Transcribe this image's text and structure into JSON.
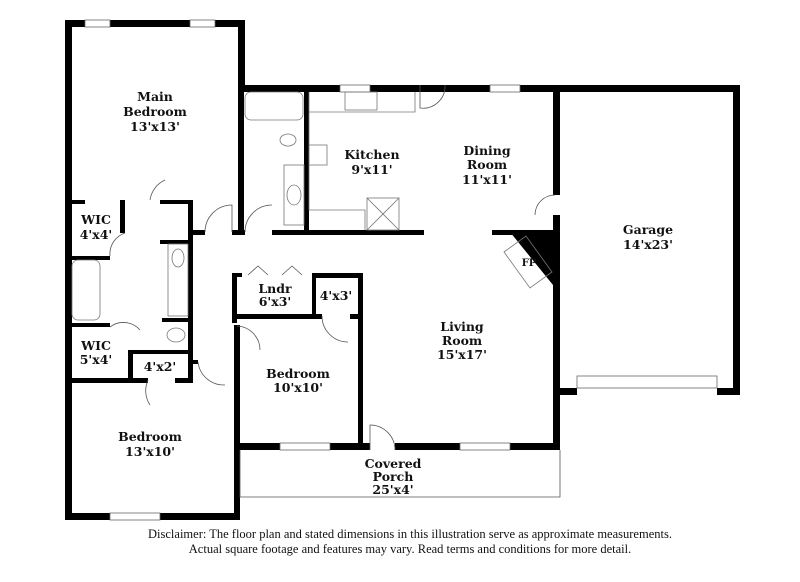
{
  "rooms": {
    "main_bedroom": {
      "name1": "Main",
      "name2": "Bedroom",
      "dim": "13'x13'"
    },
    "kitchen": {
      "name": "Kitchen",
      "dim": "9'x11'"
    },
    "dining_room": {
      "name1": "Dining",
      "name2": "Room",
      "dim": "11'x11'"
    },
    "garage": {
      "name": "Garage",
      "dim": "14'x23'"
    },
    "wic_1": {
      "name": "WIC",
      "dim": "4'x4'"
    },
    "wic_2": {
      "name": "WIC",
      "dim": "5'x4'"
    },
    "closet_4x2": {
      "dim": "4'x2'"
    },
    "laundry": {
      "name": "Lndr",
      "dim": "6'x3'"
    },
    "closet_4x3": {
      "dim": "4'x3'"
    },
    "fireplace": {
      "name": "FP"
    },
    "living_room": {
      "name1": "Living",
      "name2": "Room",
      "dim": "15'x17'"
    },
    "bedroom_2": {
      "name": "Bedroom",
      "dim": "10'x10'"
    },
    "bedroom_3": {
      "name": "Bedroom",
      "dim": "13'x10'"
    },
    "porch": {
      "name1": "Covered",
      "name2": "Porch",
      "dim": "25'x4'"
    }
  },
  "disclaimer": {
    "line1": "Disclaimer: The floor plan and stated dimensions in this illustration serve as approximate measurements.",
    "line2": "Actual square footage and features may vary. Read terms and conditions for more detail."
  },
  "colors": {
    "wall": "#000000",
    "background": "#ffffff"
  }
}
